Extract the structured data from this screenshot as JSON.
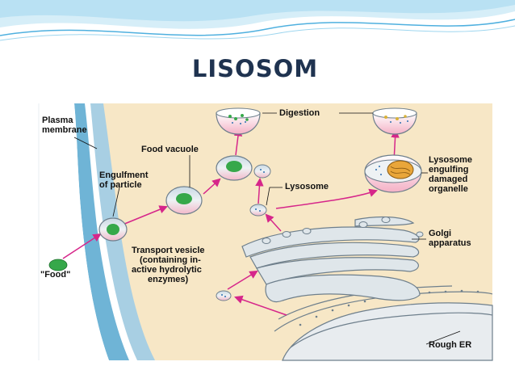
{
  "slide": {
    "title": "LISOSOM"
  },
  "labels": {
    "plasma_membrane": [
      "Plasma",
      "membrane"
    ],
    "food_vacuole": "Food vacuole",
    "engulfment": [
      "Engulfment",
      "of particle"
    ],
    "food": "\"Food\"",
    "transport_vesicle": [
      "Transport vesicle",
      "(containing in-",
      "active hydrolytic",
      "enzymes)"
    ],
    "digestion": "Digestion",
    "lysosome": "Lysosome",
    "lysosome_engulfing": [
      "Lysosome",
      "engulfing",
      "damaged",
      "organelle"
    ],
    "golgi": [
      "Golgi",
      "apparatus"
    ],
    "rough_er": "Rough ER"
  },
  "colors": {
    "cytoplasm": "#f7e7c6",
    "membrane": "#a8cfe3",
    "arrow": "#d6268a",
    "vesicle_top": "#b9ccdb",
    "vesicle_bottom": "#f2b6c8",
    "food": "#36a84a",
    "title": "#1f3350",
    "organelle": "#dfe6ea"
  }
}
